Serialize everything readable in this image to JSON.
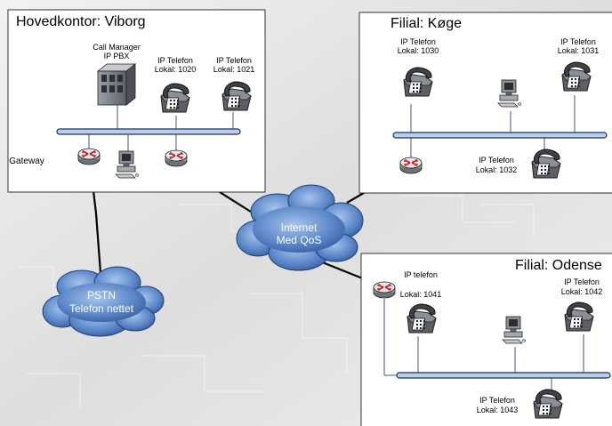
{
  "sites": {
    "viborg": {
      "title": "Hovedkontor: Viborg",
      "pbx_line1": "Call Manager",
      "pbx_line2": "IP PBX",
      "phone_a_line1": "IP Telefon",
      "phone_a_line2": "Lokal: 1020",
      "phone_b_line1": "IP Telefon",
      "phone_b_line2": "Lokal: 1021",
      "gateway_label": "Gateway"
    },
    "koge": {
      "title": "Filial: Køge",
      "phone_a_line1": "IP Telefon",
      "phone_a_line2": "Lokal: 1030",
      "phone_b_line1": "IP Telefon",
      "phone_b_line2": "Lokal: 1031",
      "phone_c_line1": "IP Telefon",
      "phone_c_line2": "Lokal: 1032"
    },
    "odense": {
      "title": "Filial: Odense",
      "phone_a_line1": "IP telefon",
      "phone_a_line2": "Lokal: 1041",
      "phone_b_line1": "IP Telefon",
      "phone_b_line2": "Lokal: 1042",
      "phone_c_line1": "IP Telefon",
      "phone_c_line2": "Lokal: 1043"
    }
  },
  "clouds": {
    "internet_line1": "Internet",
    "internet_line2": "Med QoS",
    "pstn_line1": "PSTN",
    "pstn_line2": "Telefon nettet"
  },
  "colors": {
    "background": "#e9e9e9",
    "bus_fill": "#b7cfe8",
    "cloud_fill": "#4f80c6",
    "router": "#8f969e",
    "router_arrows": "#c81818",
    "phone_body": "#55595e"
  },
  "icons": [
    "ip-pbx-server-icon",
    "ip-phone-icon",
    "router-icon",
    "workstation-icon",
    "cloud-icon"
  ]
}
